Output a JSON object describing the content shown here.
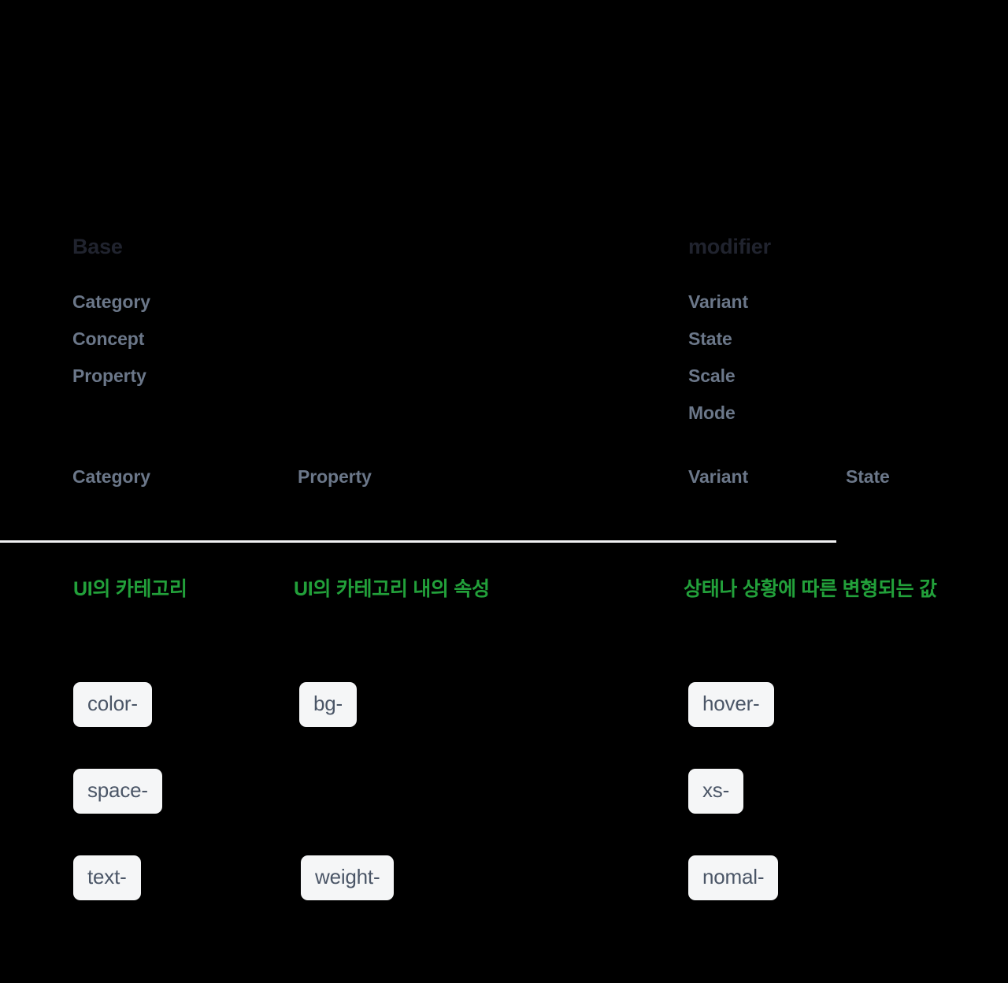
{
  "groups": {
    "base": {
      "heading": "Base",
      "terms": [
        "Category",
        "Concept",
        "Property"
      ]
    },
    "modifier": {
      "heading": "modifier",
      "terms": [
        "Variant",
        "State",
        "Scale",
        "Mode"
      ]
    }
  },
  "columns": {
    "category": "Category",
    "property": "Property",
    "variant": "Variant",
    "state": "State"
  },
  "captions": {
    "category": "UI의 카테고리",
    "property": "UI의 카테고리 내의 속성",
    "variant": "상태나 상황에 따른 변형되는 값"
  },
  "tokens": {
    "category": [
      "color-",
      "space-",
      "text-"
    ],
    "property": [
      "bg-",
      "",
      "weight-"
    ],
    "variant": [
      "hover-",
      "xs-",
      "nomal-"
    ]
  },
  "colors": {
    "background": "#000000",
    "heading": "#20232e",
    "term": "#6b7789",
    "caption_green": "#22a03a",
    "pill_background": "#f5f6f7",
    "pill_text": "#4b5667",
    "divider": "#f2f2f3"
  }
}
